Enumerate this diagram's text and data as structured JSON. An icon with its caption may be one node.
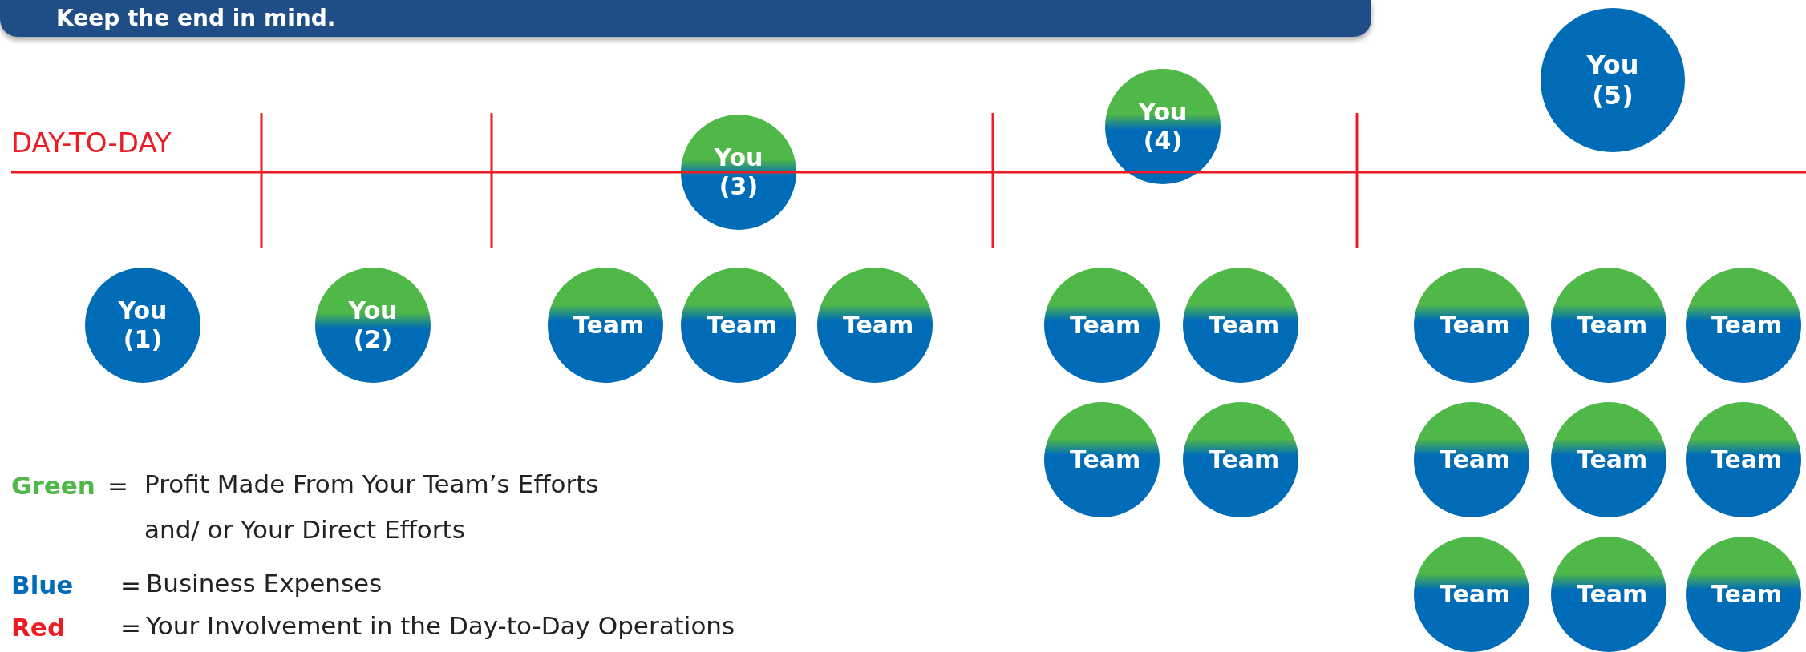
{
  "diagram": {
    "title": "Keep the end in mind.",
    "nodes": [
      {
        "text": [
          "You (1)"
        ]
      },
      {
        "text": [
          "You (2)"
        ]
      },
      {
        "text": [
          "You (3)"
        ]
      },
      {
        "text": [
          "Team"
        ]
      },
      {
        "text": [
          "Team"
        ]
      },
      {
        "text": [
          "Team"
        ]
      },
      {
        "text": [
          "You (4)"
        ]
      },
      {
        "text": [
          "Team"
        ]
      },
      {
        "text": [
          "Team"
        ]
      },
      {
        "text": [
          "Team"
        ]
      },
      {
        "text": [
          "Team"
        ]
      },
      {
        "text": [
          "You (5)"
        ]
      },
      {
        "text": [
          "Team"
        ]
      },
      {
        "text": [
          "Team"
        ]
      },
      {
        "text": [
          "Team"
        ]
      },
      {
        "text": [
          "Team"
        ]
      },
      {
        "text": [
          "Team"
        ]
      },
      {
        "text": [
          "Team"
        ]
      },
      {
        "text": [
          "Team"
        ]
      },
      {
        "text": [
          "Team"
        ]
      },
      {
        "text": [
          "Team"
        ]
      }
    ],
    "edges": [],
    "labels": [
      "DAY-TO-DAY",
      "Green",
      "=",
      "Blue",
      "=",
      "Red",
      "="
    ],
    "legend": [
      {
        "text": "Profit Made From Your Team’s Efforts and/ or Your Direct Efforts",
        "color": "#50b848"
      },
      {
        "text": "Business Expenses",
        "color": "#006bb6"
      },
      {
        "text": "Your Involvement in the Day-to-Day Operations",
        "color": "#ed1c24"
      }
    ]
  }
}
